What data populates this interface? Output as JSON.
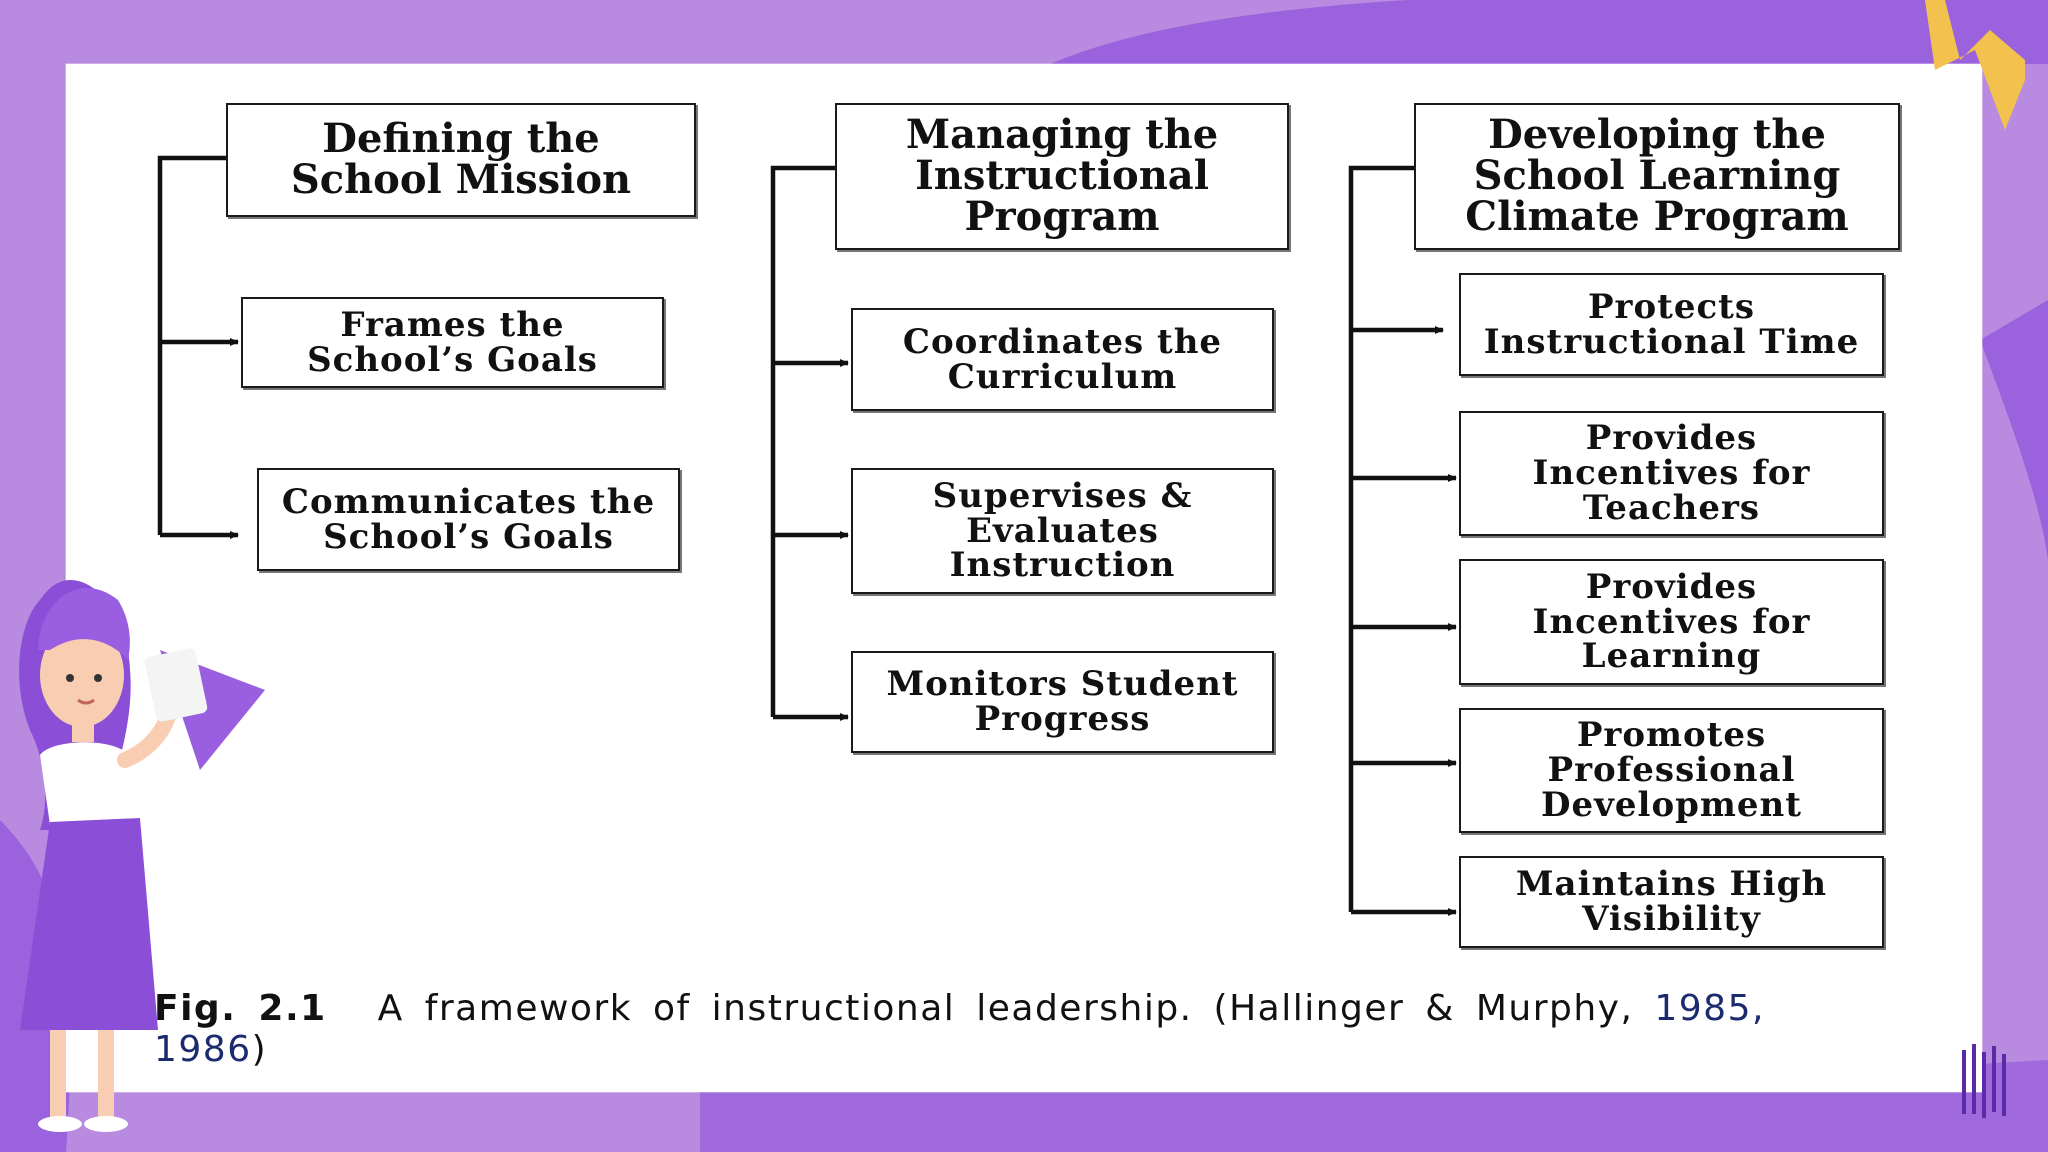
{
  "columns": [
    {
      "head": "Defining the\nSchool Mission",
      "items": [
        "Frames the\nSchool’s Goals",
        "Communicates the\nSchool’s Goals"
      ]
    },
    {
      "head": "Managing the\nInstructional\nProgram",
      "items": [
        "Coordinates the\nCurriculum",
        "Supervises &\nEvaluates\nInstruction",
        "Monitors Student\nProgress"
      ]
    },
    {
      "head": "Developing the\nSchool Learning\nClimate Program",
      "items": [
        "Protects\nInstructional Time",
        "Provides\nIncentives for\nTeachers",
        "Provides\nIncentives for\nLearning",
        "Promotes\nProfessional\nDevelopment",
        "Maintains High\nVisibility"
      ]
    }
  ],
  "caption": {
    "label": "Fig. 2.1",
    "text": "A framework of instructional leadership. (Hallinger & Murphy,",
    "year1": "1985,",
    "year2": "1986",
    "close": ")"
  },
  "colors": {
    "background": "#b88be0",
    "accent_purple": "#8a4fd6",
    "accent_yellow": "#f2c14e",
    "card": "#ffffff"
  },
  "icons": [
    "teacher-illustration",
    "lightning-bolt-icon",
    "stripes-decoration"
  ]
}
